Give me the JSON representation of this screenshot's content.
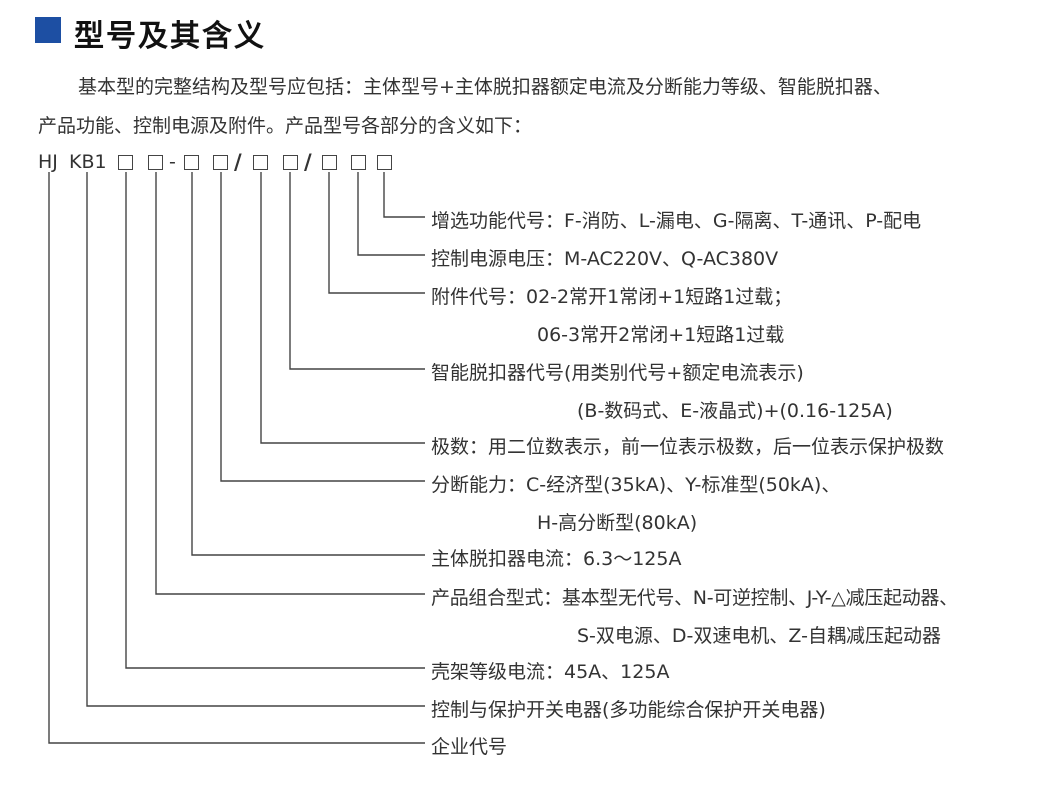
{
  "title": "型号及其含义",
  "intro": {
    "line1": "基本型的完整结构及型号应包括：主体型号+主体脱扣器额定电流及分断能力等级、智能脱扣器、",
    "line2": "产品功能、控制电源及附件。产品型号各部分的含义如下："
  },
  "code": {
    "prefix1": "HJ",
    "prefix2": "KB1",
    "dash": "-",
    "slash1": "/",
    "slash2": "/"
  },
  "descriptions": [
    {
      "lines": [
        "增选功能代号：F-消防、L-漏电、G-隔离、T-通讯、P-配电"
      ]
    },
    {
      "lines": [
        "控制电源电压：M-AC220V、Q-AC380V"
      ]
    },
    {
      "lines": [
        "附件代号：02-2常开1常闭+1短路1过载；",
        "06-3常开2常闭+1短路1过载"
      ]
    },
    {
      "lines": [
        "智能脱扣器代号(用类别代号+额定电流表示)",
        "(B-数码式、E-液晶式)+(0.16-125A)"
      ]
    },
    {
      "lines": [
        "极数：用二位数表示，前一位表示极数，后一位表示保护极数"
      ]
    },
    {
      "lines": [
        "分断能力：C-经济型(35kA)、Y-标准型(50kA)、",
        "H-高分断型(80kA)"
      ]
    },
    {
      "lines": [
        "主体脱扣器电流：6.3～125A"
      ]
    },
    {
      "lines": [
        "产品组合型式：基本型无代号、N-可逆控制、J-Y-△减压起动器、",
        "S-双电源、D-双速电机、Z-自耦减压起动器"
      ]
    },
    {
      "lines": [
        "壳架等级电流：45A、125A"
      ]
    },
    {
      "lines": [
        "控制与保护开关电器(多功能综合保护开关电器)"
      ]
    },
    {
      "lines": [
        "企业代号"
      ]
    }
  ]
}
